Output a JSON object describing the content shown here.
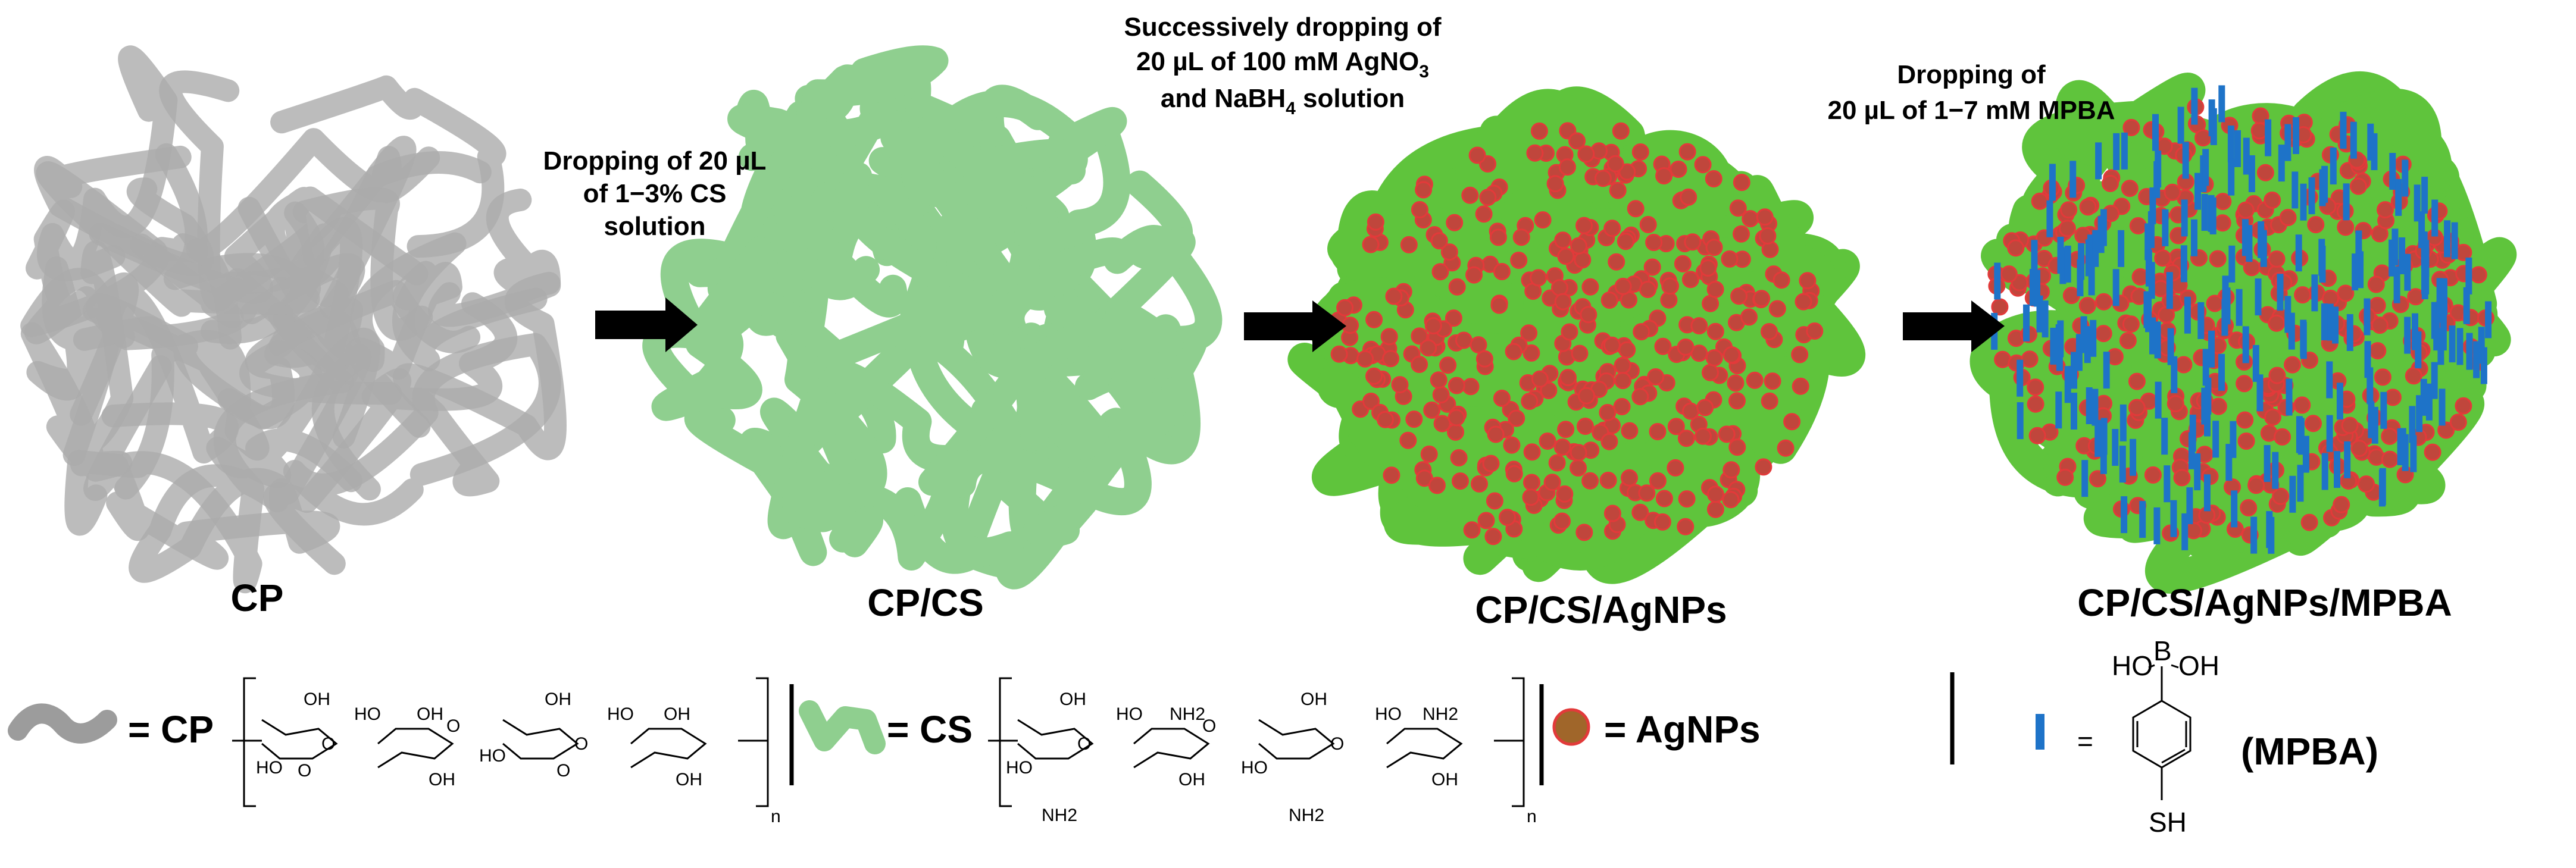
{
  "stages": {
    "cp": {
      "label": "CP"
    },
    "cp_cs": {
      "label": "CP/CS"
    },
    "cp_cs_agnps": {
      "label": "CP/CS/AgNPs"
    },
    "cp_cs_agnps_mpba": {
      "label": "CP/CS/AgNPs/MPBA"
    }
  },
  "steps": {
    "step1": {
      "line1": "Dropping of 20 µL",
      "line2": "of 1−3% CS",
      "line3": "solution"
    },
    "step2": {
      "line1": "Successively dropping of",
      "line2a": "20 µL of 100 mM AgNO",
      "line2sub": "3",
      "line3a": "and NaBH",
      "line3sub": "4",
      "line3b": " solution"
    },
    "step3": {
      "line1": "Dropping of",
      "line2": "20 µL of 1−7 mM MPBA"
    }
  },
  "legend": {
    "cp": {
      "eq": "= CP",
      "n": "n"
    },
    "cs": {
      "eq": "= CS",
      "n": "n"
    },
    "agnps": {
      "eq": "=  AgNPs"
    },
    "mpba": {
      "eq": "=",
      "name": "(MPBA)",
      "ho1": "HO",
      "b": "B",
      "oh": "OH",
      "sh": "SH"
    },
    "chem": {
      "oh": "OH",
      "ho": "HO",
      "o": "O",
      "nh2": "NH",
      "sub2": "2"
    }
  },
  "colors": {
    "cp_strand": "#9c9c9c",
    "cs_strand": "#8fcf8f",
    "green_film": "#5fc43c",
    "agnp_fill": "#c0463c",
    "agnp_ring": "#e23a3a",
    "agnp_legend": "#a0662a",
    "mpba_bar": "#1e73c8",
    "arrow": "#000000"
  }
}
